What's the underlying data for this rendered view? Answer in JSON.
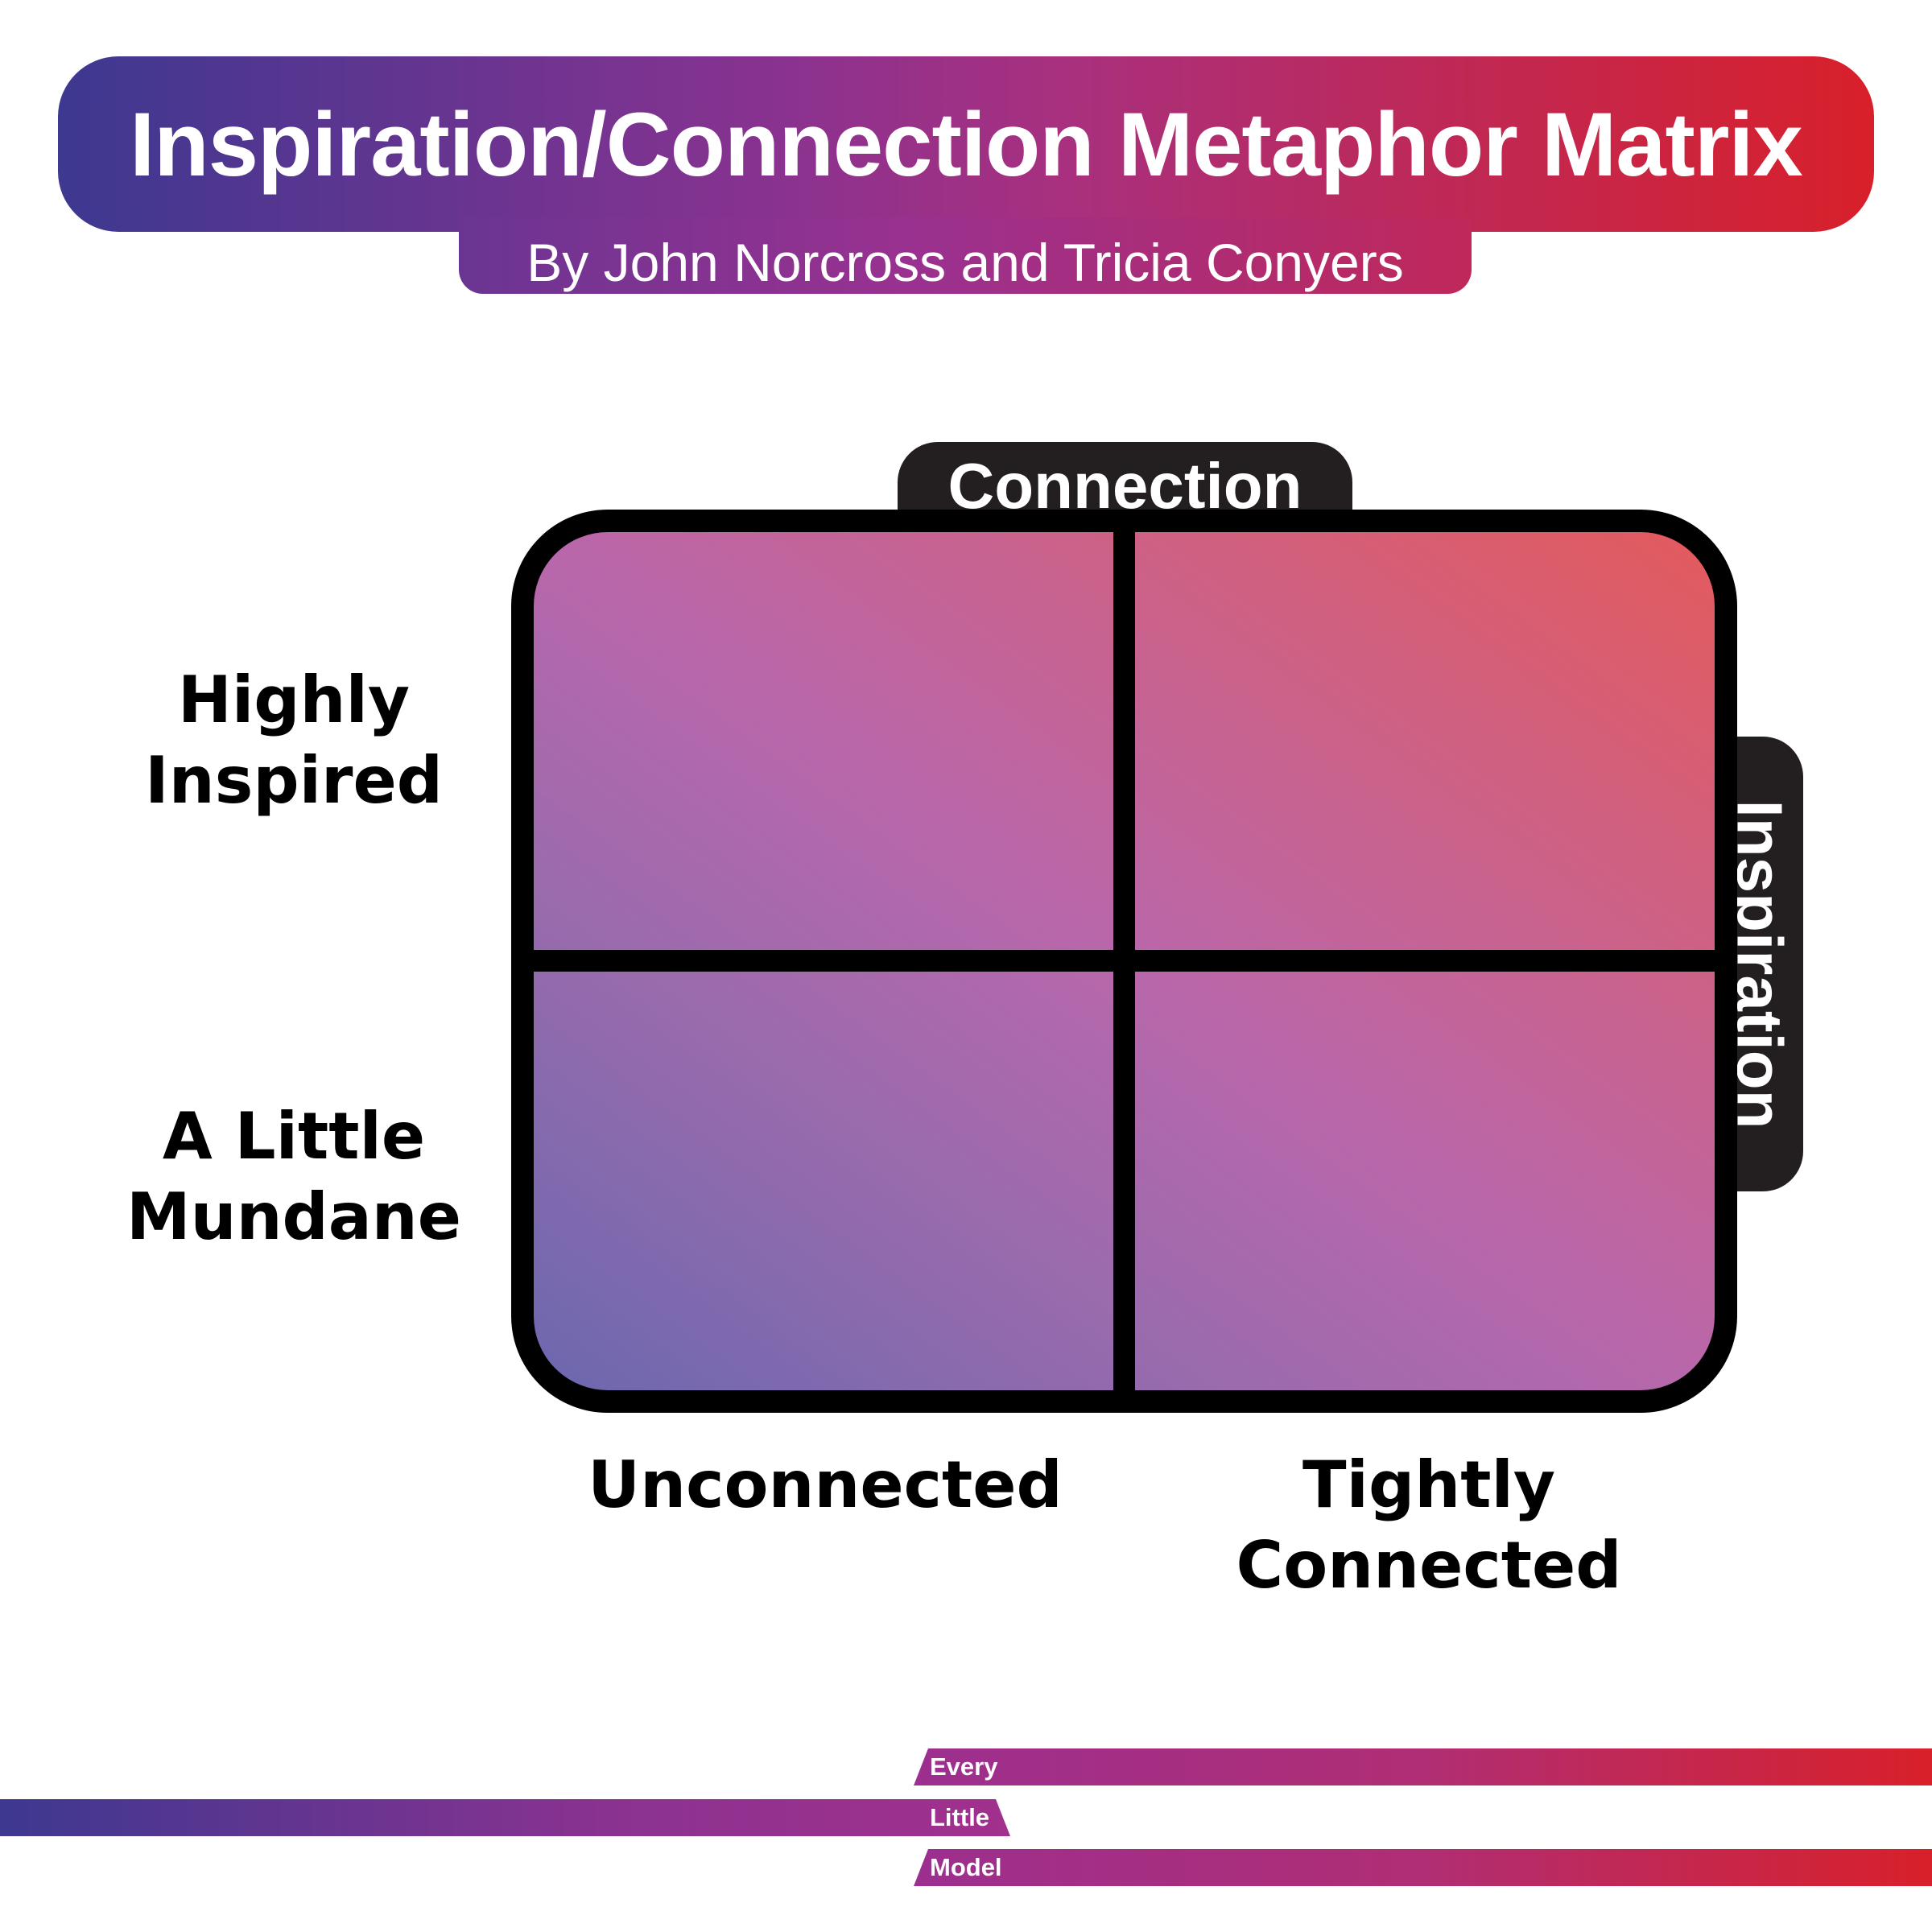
{
  "header": {
    "title": "Inspiration/Connection Metaphor Matrix",
    "subtitle": "By John Norcross and Tricia Conyers"
  },
  "matrix": {
    "x_axis_title": "Connection",
    "y_axis_title": "Inspiration",
    "y_labels": [
      {
        "line1": "Highly",
        "line2": "Inspired"
      },
      {
        "line1": "A Little",
        "line2": "Mundane"
      }
    ],
    "x_labels": [
      {
        "line1": "Unconnected",
        "line2": ""
      },
      {
        "line1": "Tightly",
        "line2": "Connected"
      }
    ]
  },
  "footer": {
    "logo_words": [
      "Every",
      "Little",
      "Model"
    ]
  },
  "colors": {
    "gradient_start": "#3d3890",
    "gradient_mid": "#a8307f",
    "gradient_end": "#d8202a",
    "frame": "#000000",
    "tab": "#231f20"
  }
}
